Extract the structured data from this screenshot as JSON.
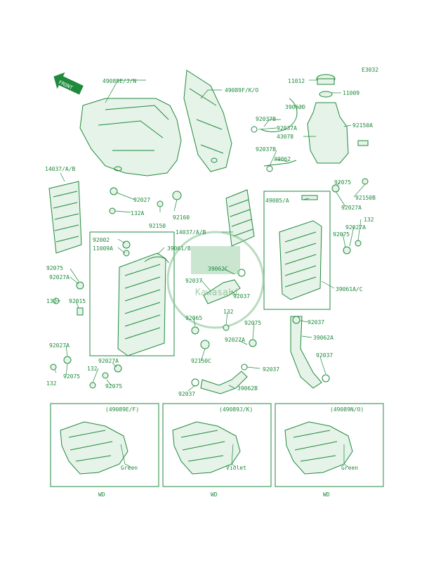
{
  "diagram_code": "E3032",
  "front_label": "FRONT",
  "logo_text": "Kawasaki",
  "colors": {
    "ink": "#1f8a3c",
    "paper": "#ffffff"
  },
  "parts": {
    "p49089EJN": "49089E/J/N",
    "p49089FKO": "49089F/K/O",
    "p11012": "11012",
    "p11009": "11009",
    "p39062D": "39062D",
    "p92037B": "92037B",
    "p92037A_top": "92037A",
    "p43078": "43078",
    "p92150A": "92150A",
    "p92037B_2": "92037B",
    "p39062": "39062",
    "p14037AB_left": "14037/A/B",
    "p92027_top": "92027",
    "p132A": "132A",
    "p92160": "92160",
    "p92150": "92150",
    "p92075_topr": "92075",
    "p92150B": "92150B",
    "p49085A": "49085/A",
    "p92027A_r1": "92027A",
    "p14037AB_mid": "14037/A/B",
    "p92002": "92002",
    "p11009A": "11009A",
    "p39061B": "39061/B",
    "p132_r": "132",
    "p92027A_r2": "92027A",
    "p92075_r": "92075",
    "p92075_l1": "92075",
    "p92027A_l1": "92027A",
    "p39062C": "39062C",
    "p92037_mid1": "92037",
    "p92037_mid2": "92037",
    "p39061AC": "39061A/C",
    "p132_l1": "132",
    "p92015": "92015",
    "p132_mid": "132",
    "p92037_r": "92037",
    "p92065": "92065",
    "p92075_mid": "92075",
    "p39062A": "39062A",
    "p92027A_l2": "92027A",
    "p92027A_mid": "92027A",
    "p92150C": "92150C",
    "p92037_r2": "92037",
    "p132_l2": "132",
    "p132_l3": "132",
    "p92027A_l3": "92027A",
    "p92037_rb": "92037",
    "p92075_l2": "92075",
    "p92075_l3": "92075",
    "p92037_bot": "92037",
    "p39062B": "39062B"
  },
  "variants": [
    {
      "code": "(49089E/F)",
      "color": "Green",
      "model": "WD"
    },
    {
      "code": "(49089J/K)",
      "color": "Violet",
      "model": "WD"
    },
    {
      "code": "(49089N/O)",
      "color": "Green",
      "model": "WD"
    }
  ]
}
